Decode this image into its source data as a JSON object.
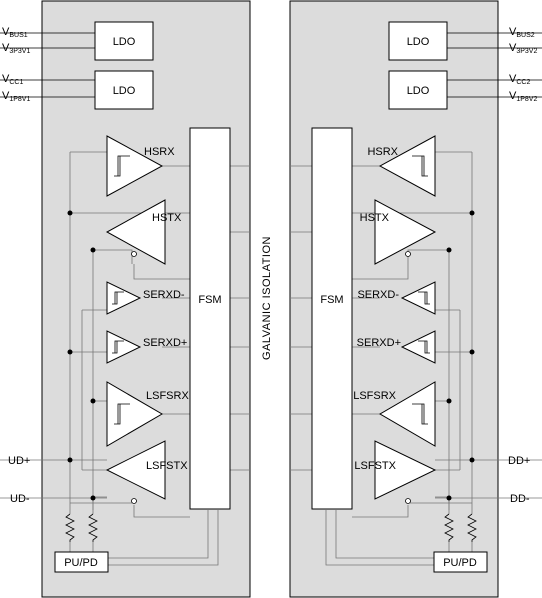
{
  "left": {
    "pins": [
      {
        "main": "V",
        "sub": "BUS1"
      },
      {
        "main": "V",
        "sub": "3P3V1"
      },
      {
        "main": "V",
        "sub": "CC1"
      },
      {
        "main": "V",
        "sub": "1P8V1"
      }
    ],
    "ud_plus": "UD+",
    "ud_minus": "UD-"
  },
  "right": {
    "pins": [
      {
        "main": "V",
        "sub": "BUS2"
      },
      {
        "main": "V",
        "sub": "3P3V2"
      },
      {
        "main": "V",
        "sub": "CC2"
      },
      {
        "main": "V",
        "sub": "1P8V2"
      }
    ],
    "dd_plus": "DD+",
    "dd_minus": "DD-"
  },
  "blocks": {
    "ldo": "LDO",
    "fsm": "FSM",
    "pupd": "PU/PD",
    "isolation": "GALVANIC ISOLATION"
  },
  "buffers": [
    "HSRX",
    "HSTX",
    "SERXD-",
    "SERXD+",
    "LSFSRX",
    "LSFSTX"
  ]
}
